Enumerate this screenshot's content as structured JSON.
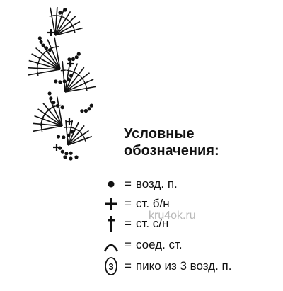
{
  "legend": {
    "title_line1": "Условные",
    "title_line2": "обозначения:",
    "items": [
      {
        "symbol": "chain-stitch-icon",
        "eq": "=",
        "label": "возд. п."
      },
      {
        "symbol": "single-crochet-icon",
        "eq": "=",
        "label": "ст. б/н"
      },
      {
        "symbol": "double-crochet-icon",
        "eq": "=",
        "label": "ст. с/н"
      },
      {
        "symbol": "slip-stitch-icon",
        "eq": "=",
        "label": "соед. ст."
      },
      {
        "symbol": "picot-icon",
        "eq": "=",
        "label": "пико из 3 возд. п.",
        "picot_number": "3"
      }
    ]
  },
  "watermark": "kru4ok.ru",
  "colors": {
    "ink": "#111111",
    "watermark": "#b8b8b8",
    "background": "#ffffff"
  }
}
